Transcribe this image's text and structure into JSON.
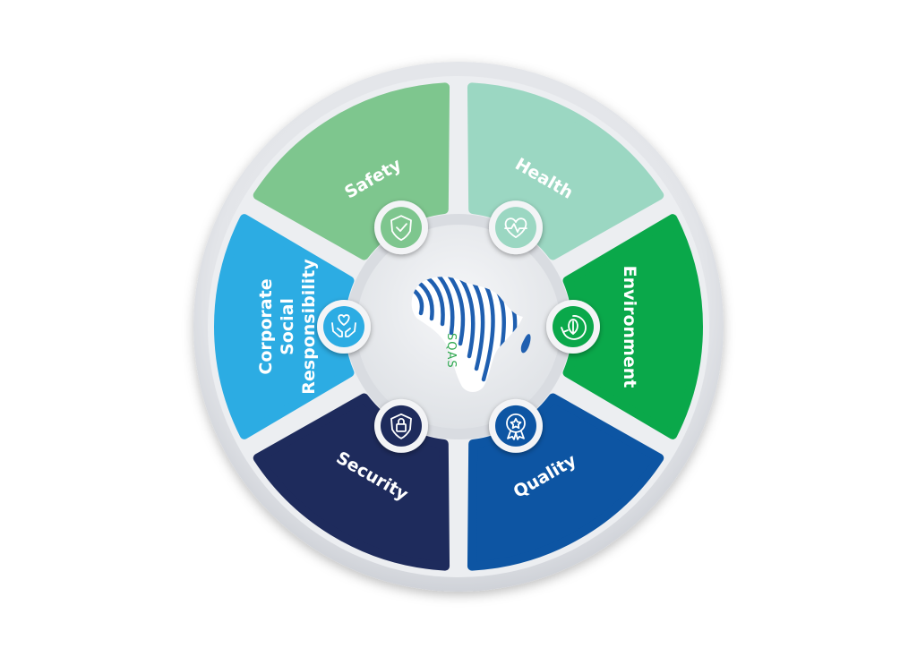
{
  "wheel": {
    "segments": [
      {
        "id": "safety",
        "lines": [
          "Safety"
        ],
        "color": "#7ec68e",
        "icon": "shield-check-icon"
      },
      {
        "id": "health",
        "lines": [
          "Health"
        ],
        "color": "#9bd7c2",
        "icon": "heart-pulse-icon"
      },
      {
        "id": "environment",
        "lines": [
          "Environment"
        ],
        "color": "#0aa84a",
        "icon": "leaf-recycle-icon"
      },
      {
        "id": "quality",
        "lines": [
          "Quality"
        ],
        "color": "#0d55a3",
        "icon": "award-badge-icon"
      },
      {
        "id": "security",
        "lines": [
          "Security"
        ],
        "color": "#1e2b5c",
        "icon": "shield-lock-icon"
      },
      {
        "id": "csr",
        "lines": [
          "Corporate",
          "Social",
          "Responsibility"
        ],
        "color": "#2cace3",
        "icon": "hands-heart-icon"
      }
    ],
    "center": {
      "brand": "SQAS",
      "logo": "africa-zebra-map-logo"
    }
  }
}
